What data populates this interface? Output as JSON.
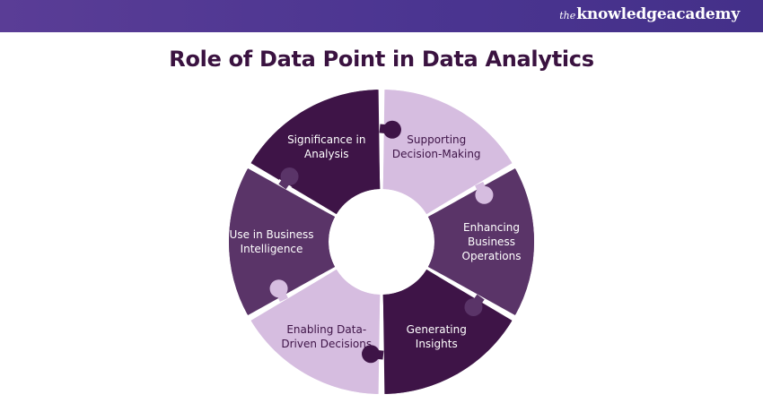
{
  "brand": {
    "logo_prefix": "the",
    "logo_main": "knowledgeacademy"
  },
  "title": "Role of Data Point in Data Analytics",
  "segments": [
    {
      "lines": [
        "Significance in",
        "Analysis"
      ],
      "color": "#3e1447",
      "text_color": "#ffffff"
    },
    {
      "lines": [
        "Supporting",
        "Decision-Making"
      ],
      "color": "#d6bde0",
      "text_color": "#3e1447"
    },
    {
      "lines": [
        "Enhancing",
        "Business",
        "Operations"
      ],
      "color": "#5a3468",
      "text_color": "#ffffff"
    },
    {
      "lines": [
        "Generating",
        "Insights"
      ],
      "color": "#3e1447",
      "text_color": "#ffffff"
    },
    {
      "lines": [
        "Enabling Data-",
        "Driven Decisions"
      ],
      "color": "#d6bde0",
      "text_color": "#3e1447"
    },
    {
      "lines": [
        "Use in Business",
        "Intelligence"
      ],
      "color": "#5a3468",
      "text_color": "#ffffff"
    }
  ]
}
